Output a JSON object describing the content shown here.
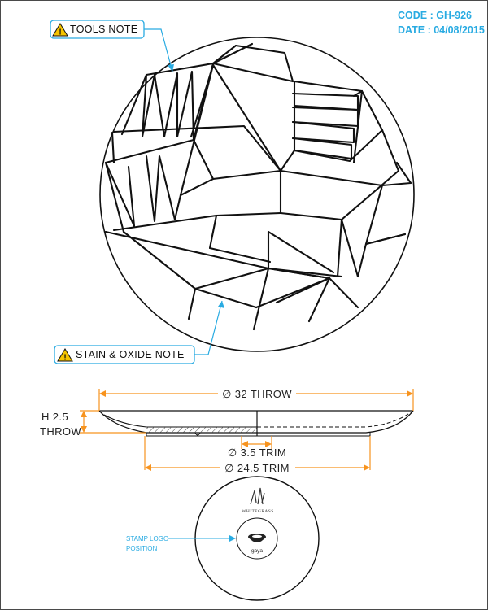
{
  "header": {
    "code": "CODE : GH-926",
    "date": "DATE : 04/08/2015"
  },
  "notes": {
    "tools": "TOOLS NOTE",
    "stain": "STAIN & OXIDE NOTE"
  },
  "dimensions": {
    "throw_diameter": "∅ 32 THROW",
    "height_line1": "H 2.5",
    "height_line2": "THROW",
    "trim_small": "∅ 3.5 TRIM",
    "trim_large": "∅ 24.5 TRIM"
  },
  "stamp": {
    "label_line1": "STAMP LOGO",
    "label_line2": "POSITION",
    "brand": "WHITEGRASS",
    "logo_text": "gaya"
  },
  "colors": {
    "accent": "#29abe2",
    "dimension": "#f7931e",
    "line": "#111111",
    "warning_yellow": "#f5c400"
  }
}
